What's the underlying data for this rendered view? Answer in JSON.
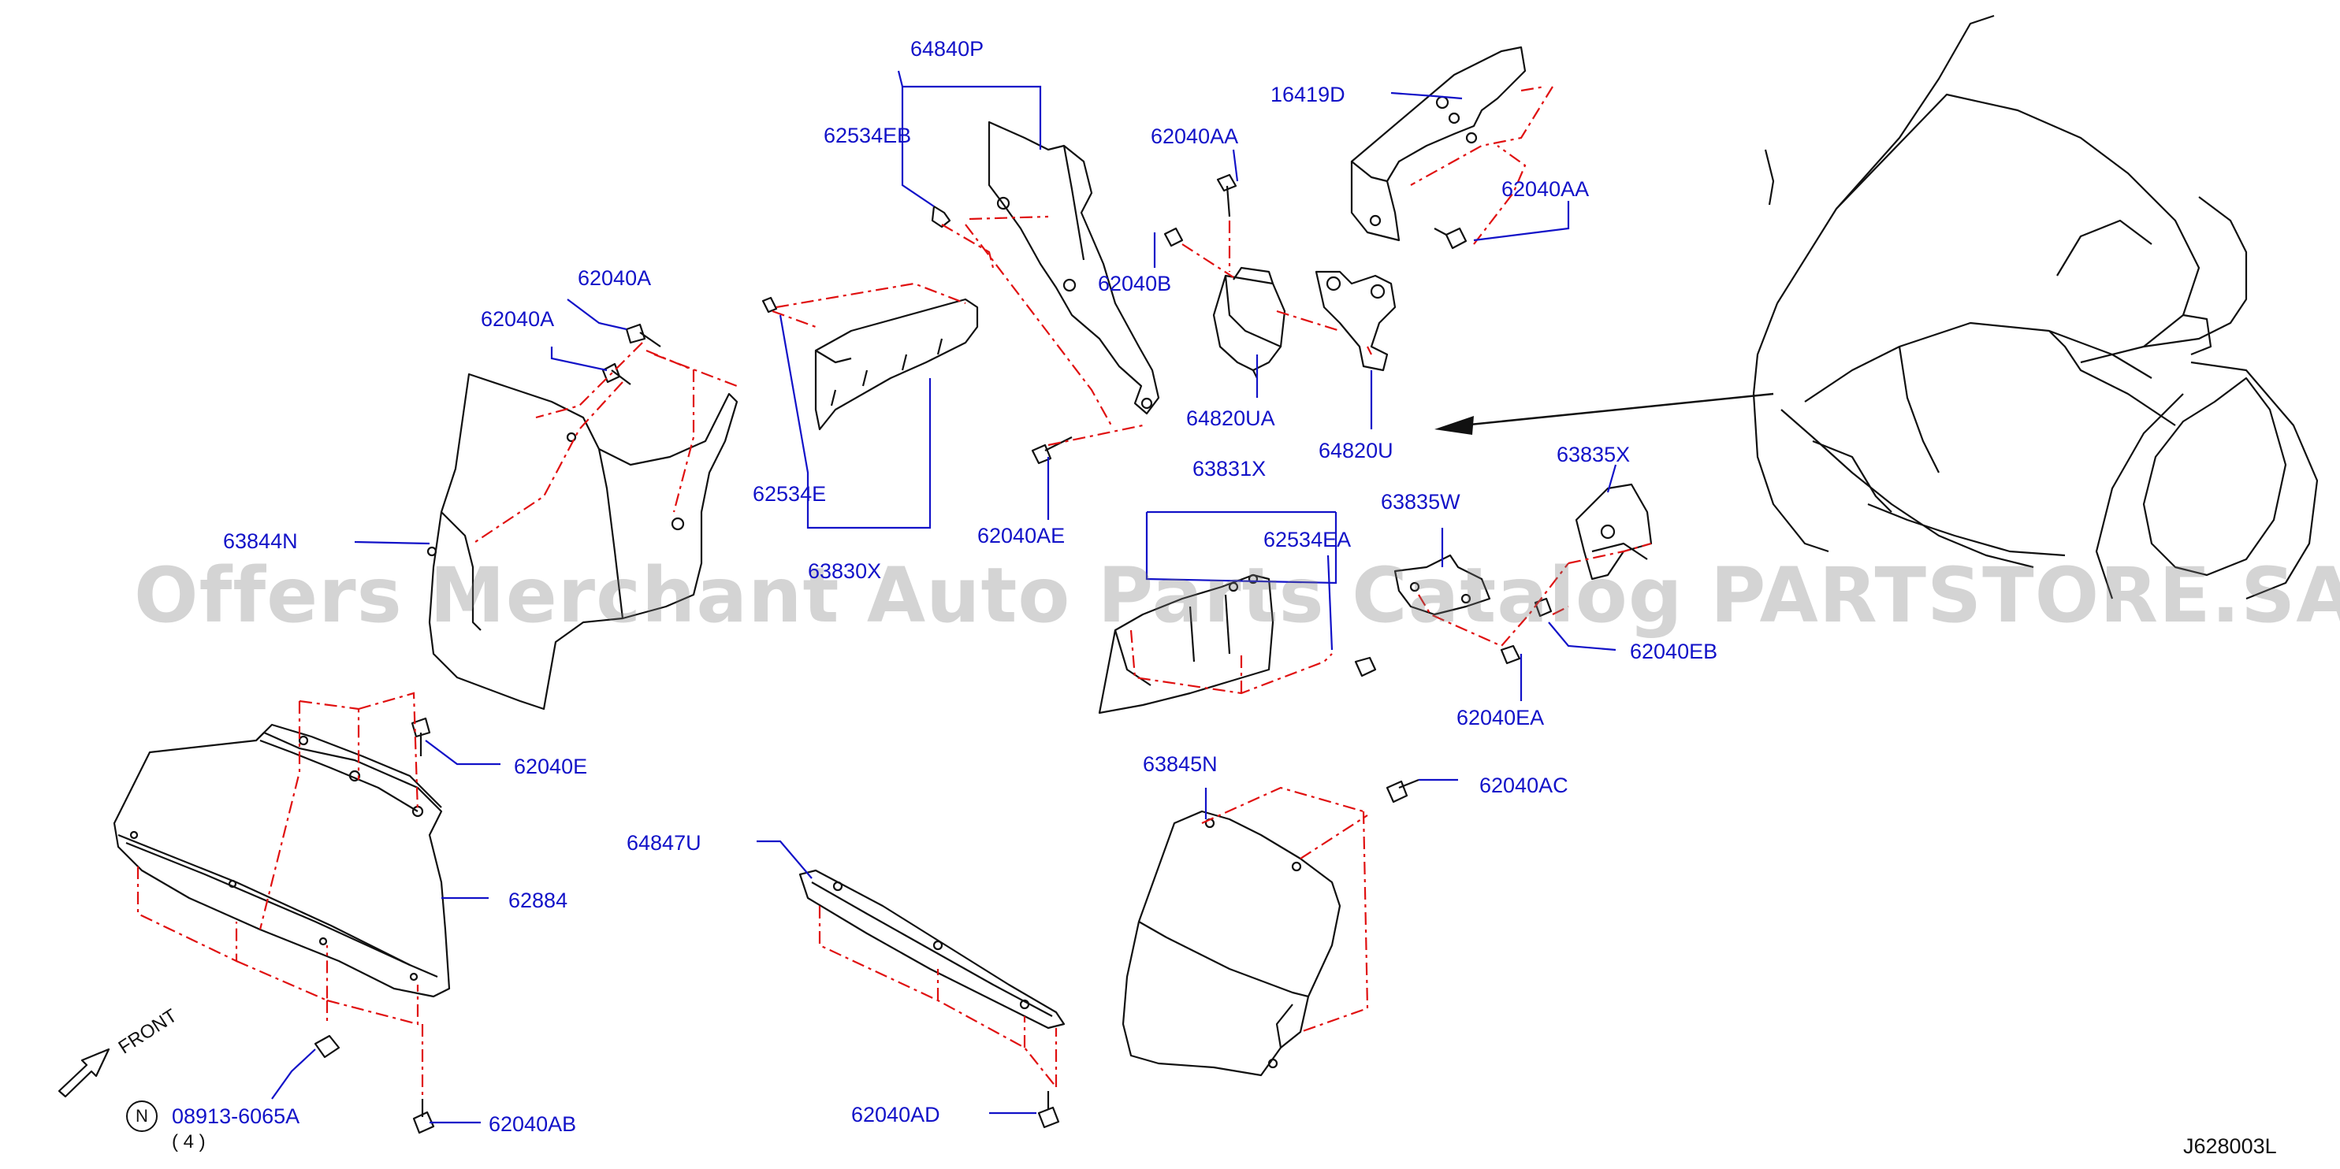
{
  "diagram": {
    "labels": {
      "p64840P": "64840P",
      "p62534EB": "62534EB",
      "p62040AA_top": "62040AA",
      "p16419D": "16419D",
      "p62040AA_right": "62040AA",
      "p62040A_a": "62040A",
      "p62040A_b": "62040A",
      "p62040B": "62040B",
      "p64820UA": "64820UA",
      "p64820U": "64820U",
      "p62534E": "62534E",
      "p62040AE": "62040AE",
      "p63844N": "63844N",
      "p63830X": "63830X",
      "p63831X": "63831X",
      "p63835X": "63835X",
      "p63835W": "63835W",
      "p62534EA": "62534EA",
      "p62040EB": "62040EB",
      "p62040EA": "62040EA",
      "p62040E": "62040E",
      "p63845N": "63845N",
      "p62040AC": "62040AC",
      "p64847U": "64847U",
      "p62884": "62884",
      "p62040AD": "62040AD",
      "p08913": "08913-6065A",
      "p62040AB": "62040AB"
    },
    "n_symbol": "N",
    "quantity": "( 4 )",
    "front_label": "FRONT",
    "ref_code": "J628003L",
    "watermark": "Offers Merchant Auto Parts Catalog PARTSTORE.SA",
    "colors": {
      "label": "#1212c8",
      "leader": "#1212c8",
      "dash": "#e01010",
      "outline": "#111111"
    }
  }
}
